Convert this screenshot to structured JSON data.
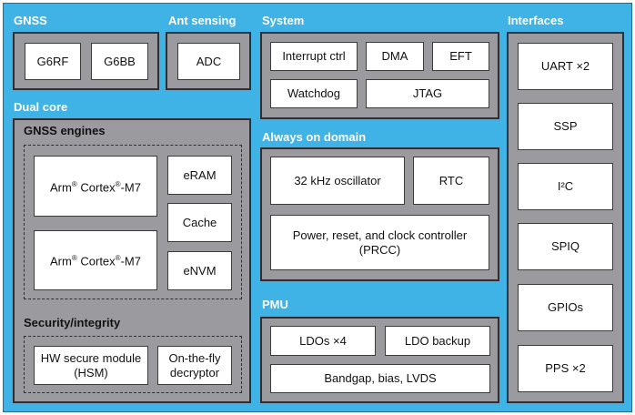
{
  "sections": {
    "gnss": {
      "title": "GNSS",
      "blocks": [
        "G6RF",
        "G6BB"
      ]
    },
    "ant_sensing": {
      "title": "Ant sensing",
      "blocks": [
        "ADC"
      ]
    },
    "system": {
      "title": "System",
      "blocks": [
        "Interrupt ctrl",
        "DMA",
        "EFT",
        "Watchdog",
        "JTAG"
      ]
    },
    "interfaces": {
      "title": "Interfaces",
      "blocks": [
        "UART ×2",
        "SSP",
        "I²C",
        "SPIQ",
        "GPIOs",
        "PPS ×2"
      ]
    },
    "dual_core": {
      "title": "Dual core",
      "engines_title": "GNSS engines",
      "core_1": {
        "prefix": "Arm",
        "mid": " Cortex",
        "suffix": "-M7",
        "sup": "®"
      },
      "core_2": {
        "prefix": "Arm",
        "mid": " Cortex",
        "suffix": "-M7",
        "sup": "®"
      },
      "memories": [
        "eRAM",
        "Cache",
        "eNVM"
      ],
      "security_title": "Security/integrity",
      "security_blocks": [
        "HW secure module\n(HSM)",
        "On-the-fly\ndecryptor"
      ]
    },
    "always_on": {
      "title": "Always on domain",
      "blocks": [
        "32 kHz oscillator",
        "RTC",
        "Power, reset, and clock controller\n(PRCC)"
      ]
    },
    "pmu": {
      "title": "PMU",
      "blocks": [
        "LDOs ×4",
        "LDO backup",
        "Bandgap, bias, LVDS"
      ]
    }
  }
}
